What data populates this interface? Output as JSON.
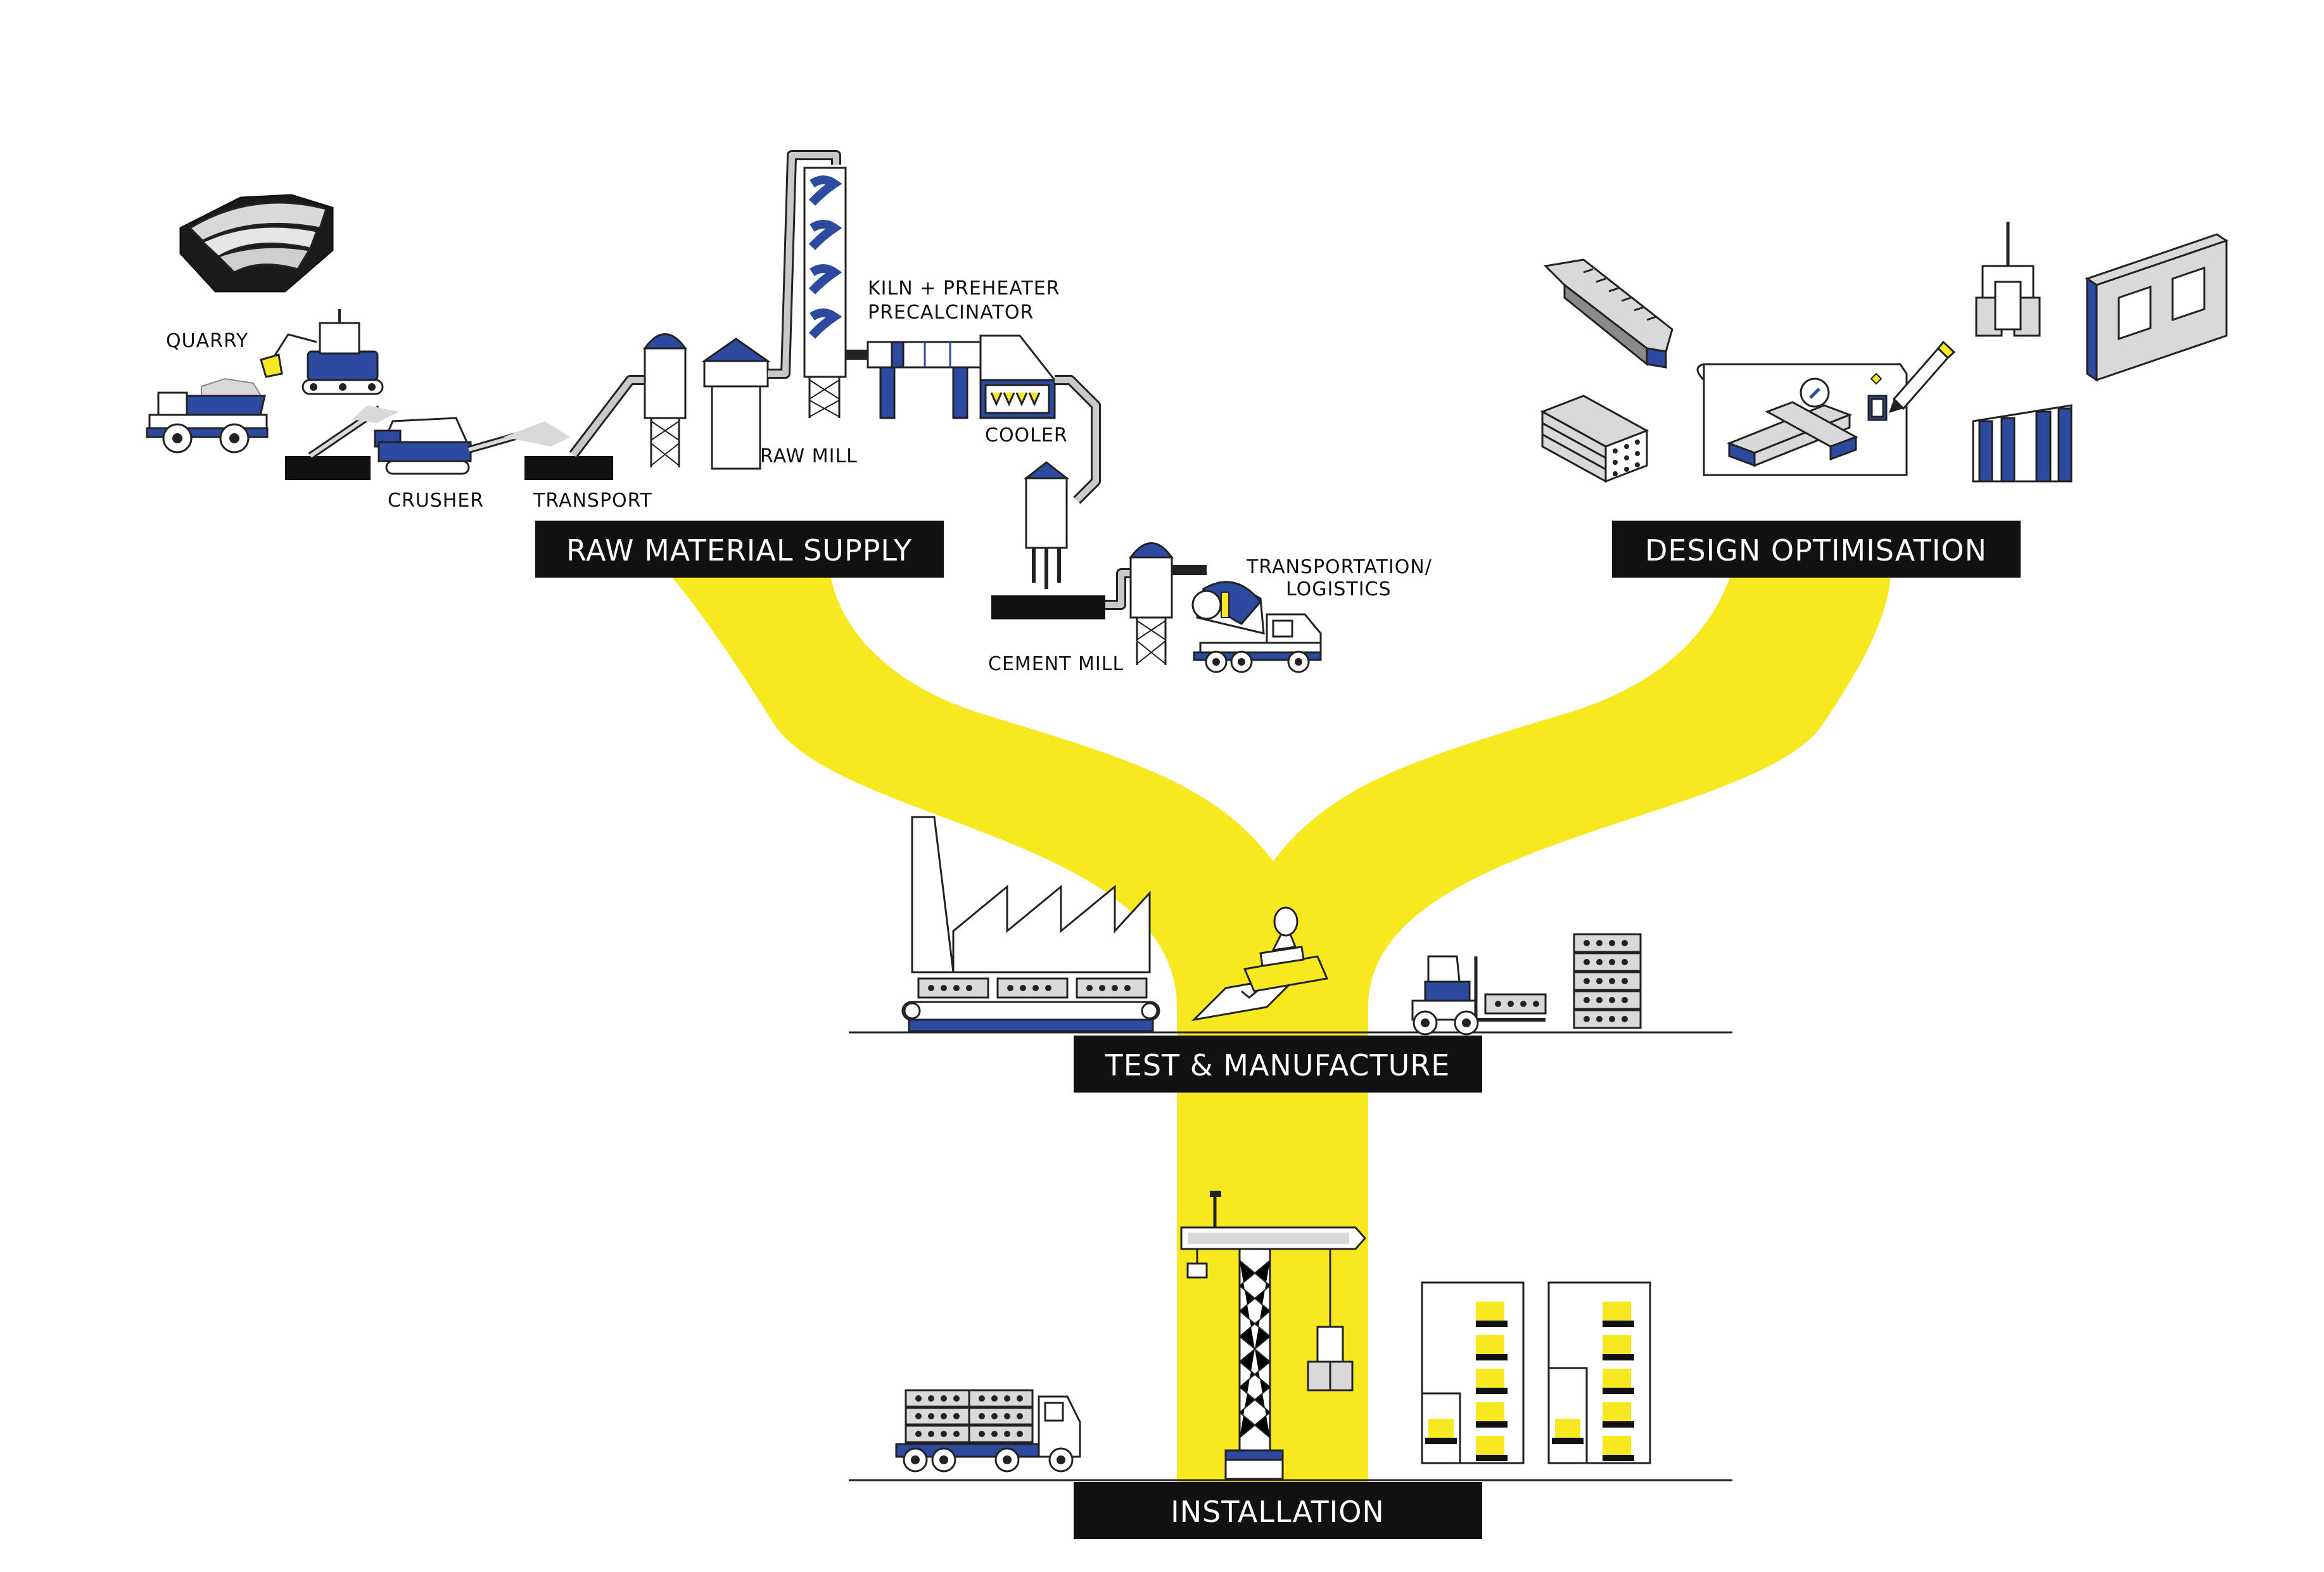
{
  "colors": {
    "yellow": "#f7e81f",
    "blue": "#2c4aa0",
    "black": "#111111",
    "grey": "#d9d9d9"
  },
  "stages": {
    "raw_material_supply": "RAW MATERIAL SUPPLY",
    "design_optimisation": "DESIGN OPTIMISATION",
    "test_manufacture": "TEST & MANUFACTURE",
    "installation": "INSTALLATION"
  },
  "steps": {
    "quarry": "QUARRY",
    "crusher": "CRUSHER",
    "transport": "TRANSPORT",
    "raw_mill": "RAW MILL",
    "kiln_line1": "KILN + PREHEATER",
    "kiln_line2": "PRECALCINATOR",
    "cooler": "COOLER",
    "cement_mill": "CEMENT MILL",
    "logistics_line1": "TRANSPORTATION/",
    "logistics_line2": "LOGISTICS"
  },
  "icons": [
    "quarry-pit-icon",
    "excavator-icon",
    "dump-truck-icon",
    "crusher-icon",
    "silo-icon",
    "preheater-tower-icon",
    "rotary-kiln-icon",
    "cooler-icon",
    "cement-mill-icon",
    "mixer-truck-icon",
    "stairs-icon",
    "hollow-core-slab-icon",
    "blueprint-icon",
    "wall-panel-icon",
    "factory-icon",
    "conveyor-icon",
    "approval-stamp-icon",
    "forklift-icon",
    "tower-crane-icon",
    "flatbed-truck-icon",
    "building-icon"
  ]
}
